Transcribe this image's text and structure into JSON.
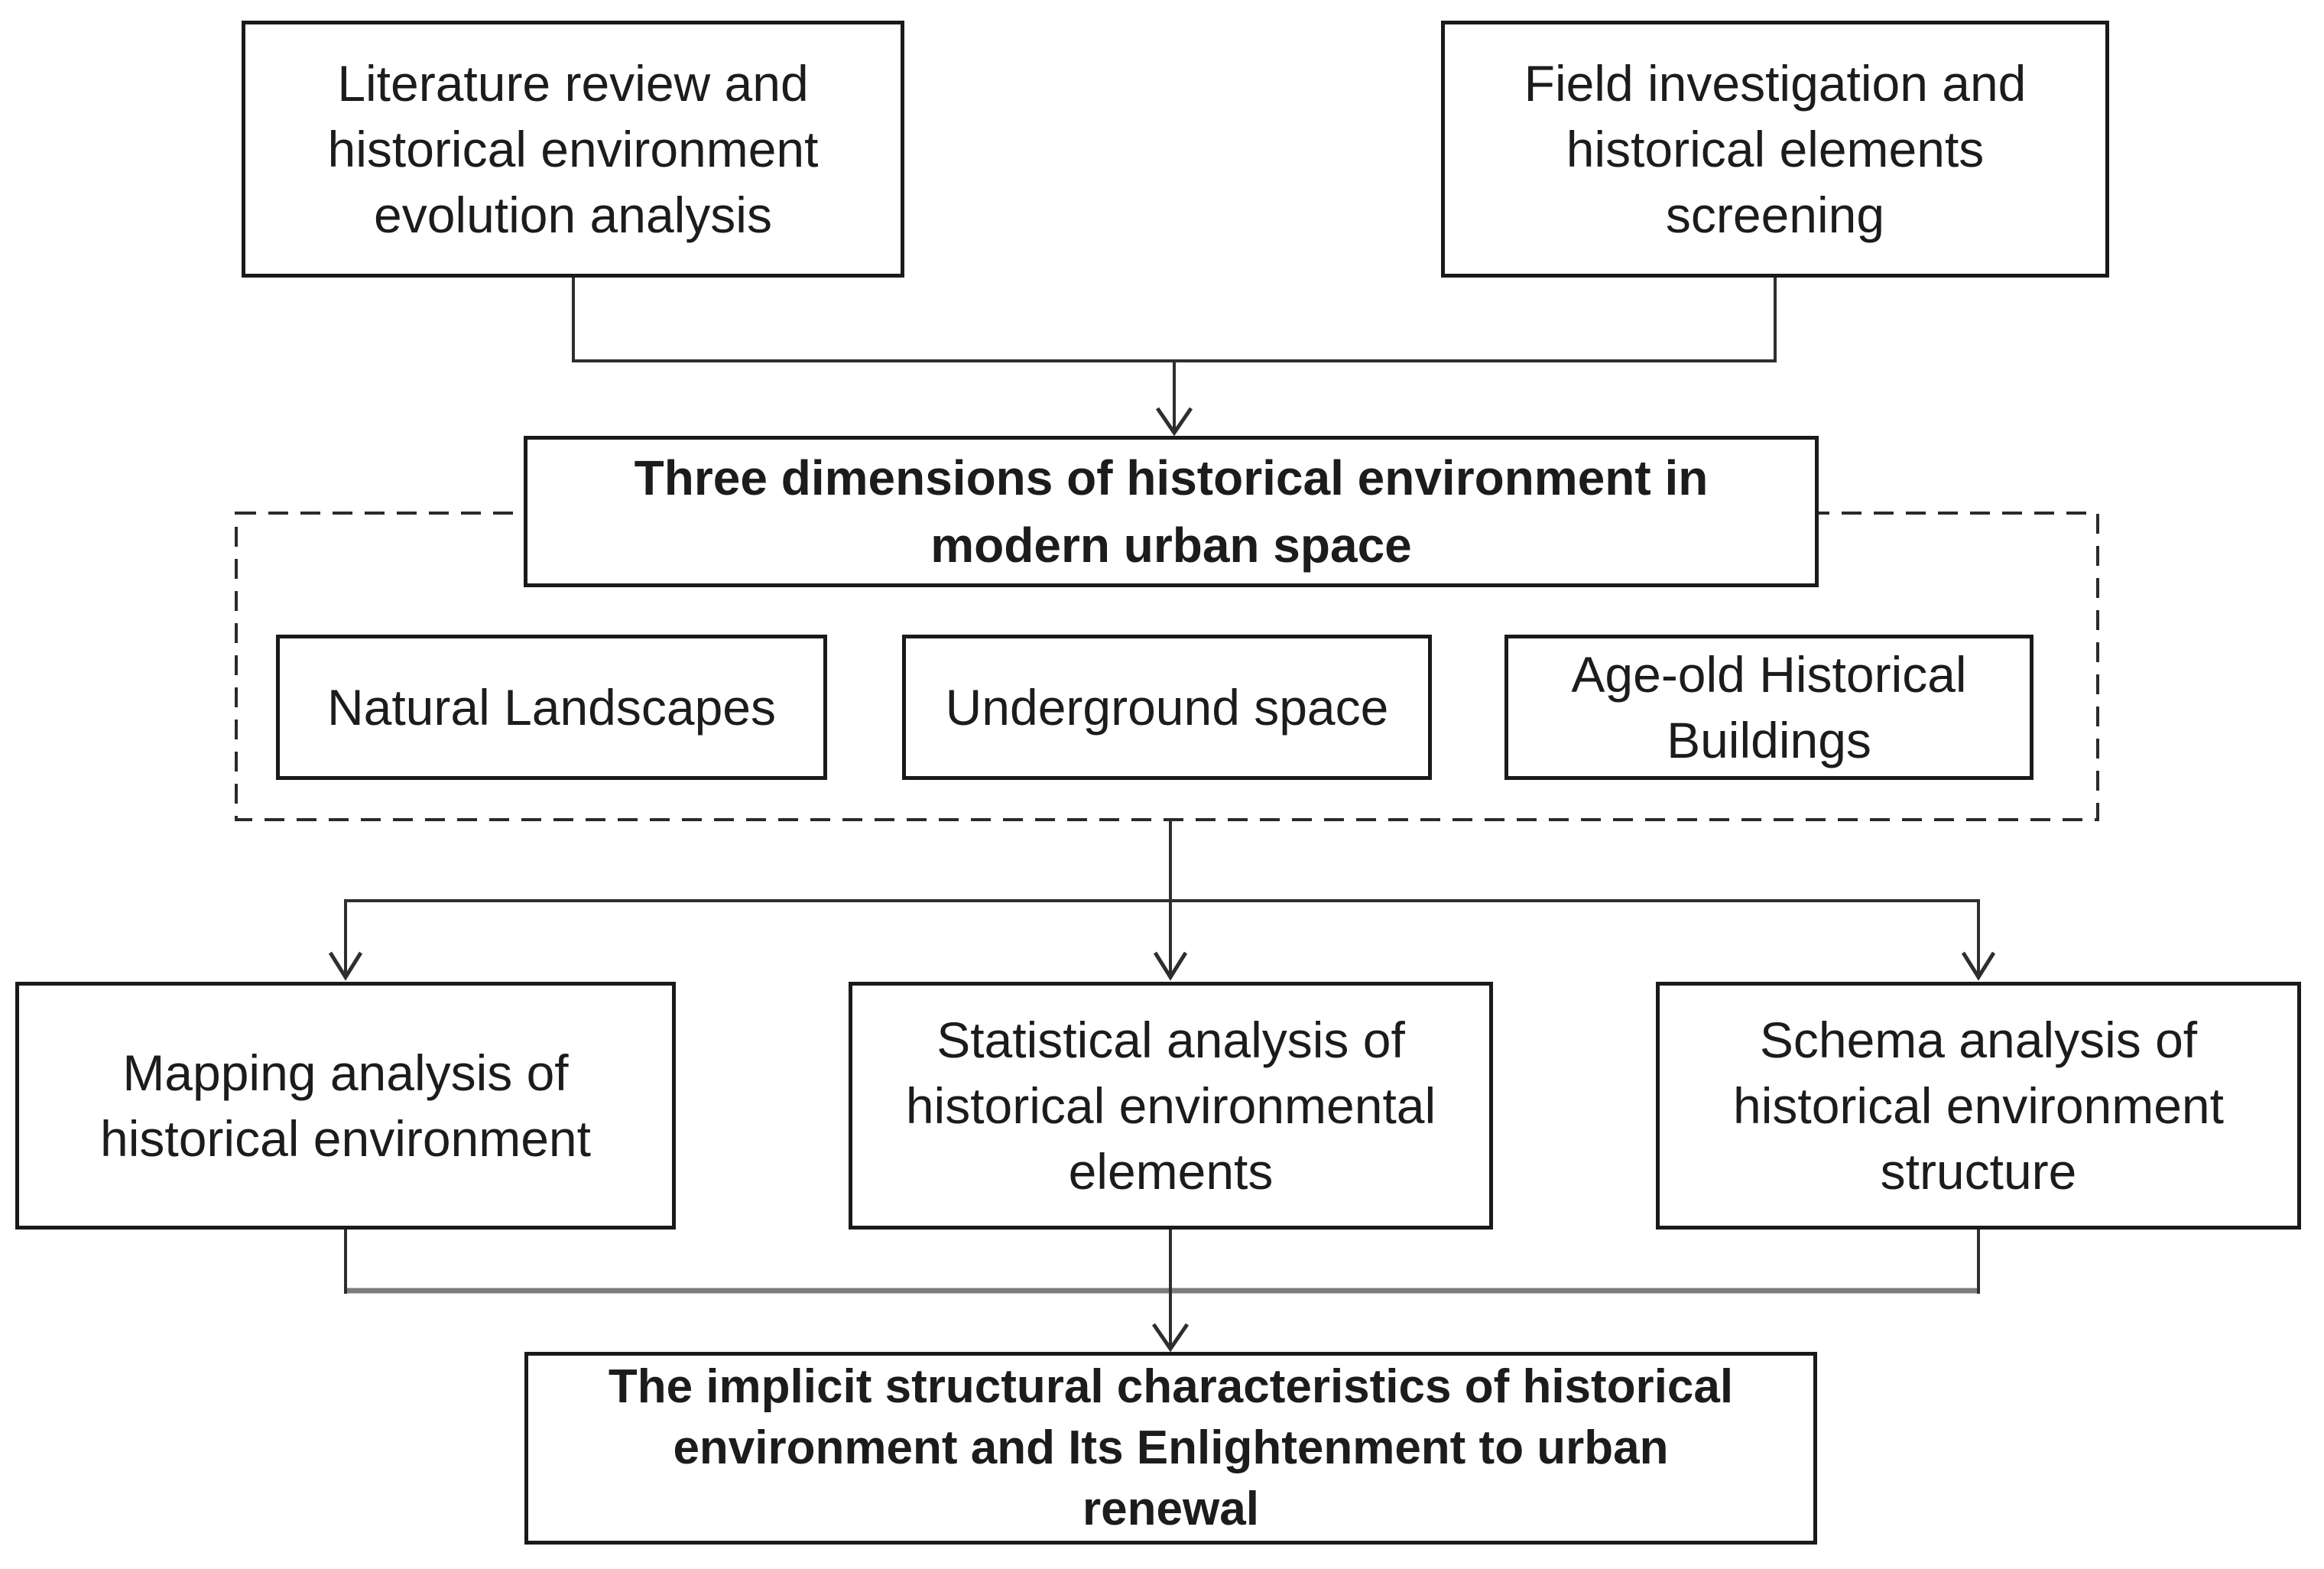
{
  "diagram": {
    "type": "flowchart",
    "background_color": "#ffffff",
    "colors": {
      "box_border": "#1a1a1a",
      "text": "#1c1c1c",
      "connector": "#2e2e2e",
      "collector_line": "#7c7c7c"
    },
    "nodes": {
      "literature": {
        "label": "Literature review and\nhistorical environment\nevolution analysis"
      },
      "field": {
        "label": "Field investigation and\nhistorical elements\nscreening"
      },
      "three_dimensions": {
        "label": "Three dimensions of historical environment in\nmodern urban space"
      },
      "natural": {
        "label": "Natural Landscapes"
      },
      "underground": {
        "label": "Underground space"
      },
      "age_old": {
        "label": "Age-old Historical\nBuildings"
      },
      "mapping": {
        "label": "Mapping analysis of\nhistorical environment"
      },
      "statistical": {
        "label": "Statistical analysis of\nhistorical environmental\nelements"
      },
      "schema": {
        "label": "Schema analysis of\nhistorical environment\nstructure"
      },
      "outcome": {
        "label": "The implicit structural characteristics of historical\nenvironment and Its Enlightenment to urban\nrenewal"
      }
    }
  }
}
